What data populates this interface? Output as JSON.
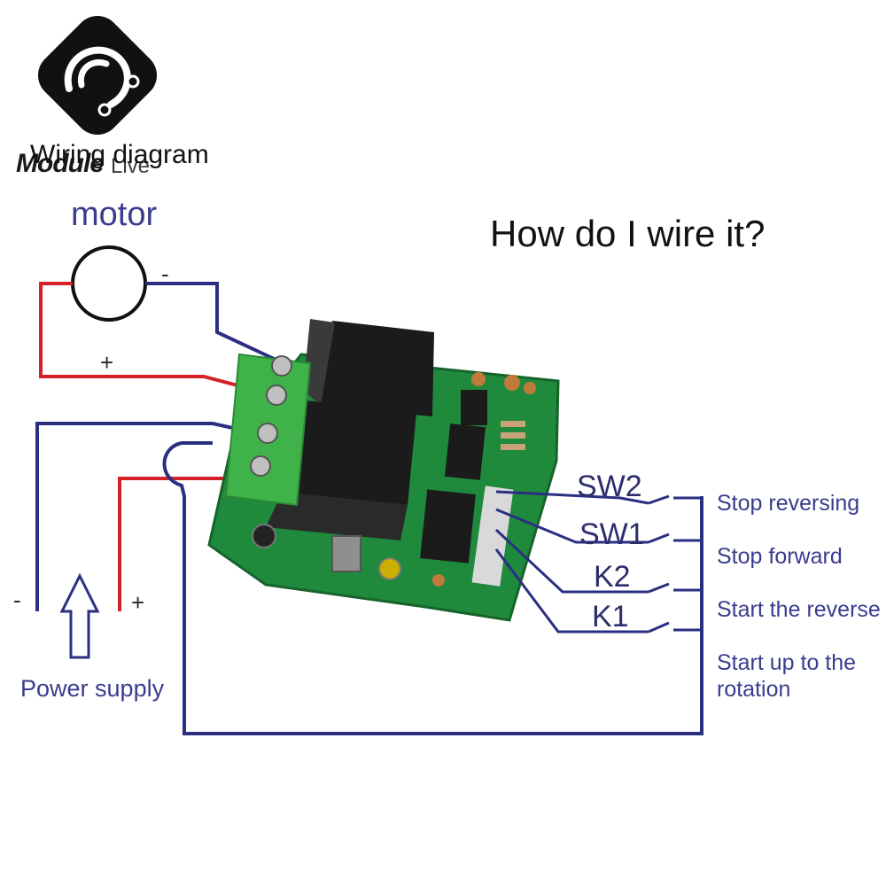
{
  "header": {
    "brand_text": "Module",
    "brand_sub": "Live",
    "title": "Wiring diagram",
    "logo_icon": "circuit-logo-icon"
  },
  "motor": {
    "label": "motor",
    "minus": "-",
    "plus": "+"
  },
  "question": "How do I wire it?",
  "power_supply": {
    "label": "Power supply",
    "minus": "-",
    "plus": "+",
    "arrow_icon": "up-arrow-icon"
  },
  "switches": [
    {
      "name": "SW2",
      "description": "Stop reversing"
    },
    {
      "name": "SW1",
      "description": "Stop forward"
    },
    {
      "name": "K2",
      "description": "Start the reverse"
    },
    {
      "name": "K1",
      "description": "Start up to the",
      "description_2": "rotation"
    }
  ],
  "colors": {
    "wire_blue": "#2a2f82",
    "wire_red": "#d42027",
    "label_blue": "#3a3c8e",
    "pcb_green": "#1f8a3c",
    "terminal_green": "#3fb24a",
    "relay_black": "#1b1b1b"
  }
}
